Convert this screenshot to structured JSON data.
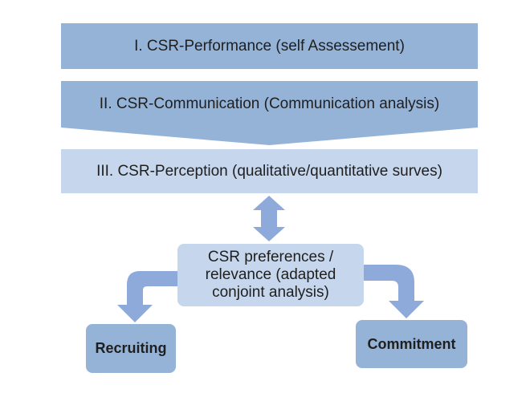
{
  "diagram": {
    "level1": "I. CSR-Performance (self Assessement)",
    "level2": "II. CSR-Communication (Communication analysis)",
    "level3": "III. CSR-Perception (qualitative/quantitative surves)",
    "preferences": "CSR preferences /\nrelevance (adapted\nconjoint analysis)",
    "outcome_left": "Recruiting",
    "outcome_right": "Commitment"
  },
  "colors": {
    "dark_blue": "#95b3d7",
    "light_blue": "#c6d6ec",
    "arrow_blue": "#8eaadb"
  }
}
